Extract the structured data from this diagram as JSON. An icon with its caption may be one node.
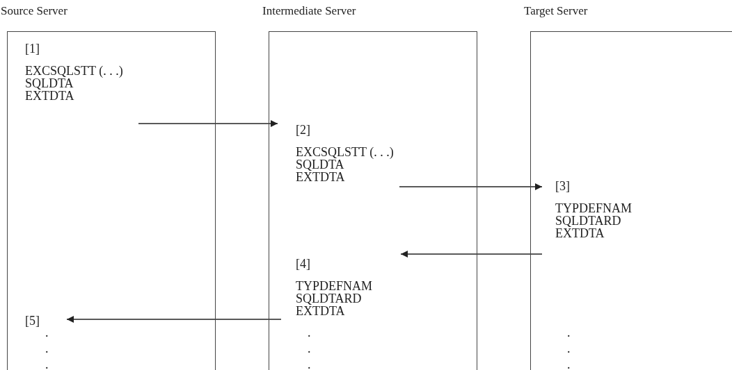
{
  "diagram": {
    "nodes": [
      {
        "text": [
          "Source Server"
        ]
      },
      {
        "text": [
          "[1]",
          "EXCSQLSTT (. . .)",
          "SQLDTA",
          "EXTDTA"
        ],
        "in": 0
      },
      {
        "text": [
          "Intermediate Server"
        ]
      },
      {
        "text": [
          "[2]",
          "EXCSQLSTT (. . .)",
          "SQLDTA",
          "EXTDTA"
        ],
        "in": 2
      },
      {
        "text": [
          "Target Server"
        ]
      },
      {
        "text": [
          "[3]",
          "TYPDEFNAM",
          "SQLDTARD",
          "EXTDTA"
        ],
        "in": 4
      },
      {
        "text": [
          "[4]",
          "TYPDEFNAM",
          "SQLDTARD",
          "EXTDTA"
        ],
        "in": 2
      },
      {
        "text": [
          "[5]"
        ],
        "in": 0
      }
    ],
    "edges": [
      {
        "from": 1,
        "to": 3,
        "arrow": "to"
      },
      {
        "from": 3,
        "to": 5,
        "arrow": "to"
      },
      {
        "from": 5,
        "to": 6,
        "arrow": "to"
      },
      {
        "from": 6,
        "to": 7,
        "arrow": "to"
      }
    ],
    "labels": [
      ".",
      ".",
      ".",
      ".",
      ".",
      ".",
      ".",
      ".",
      "."
    ]
  }
}
